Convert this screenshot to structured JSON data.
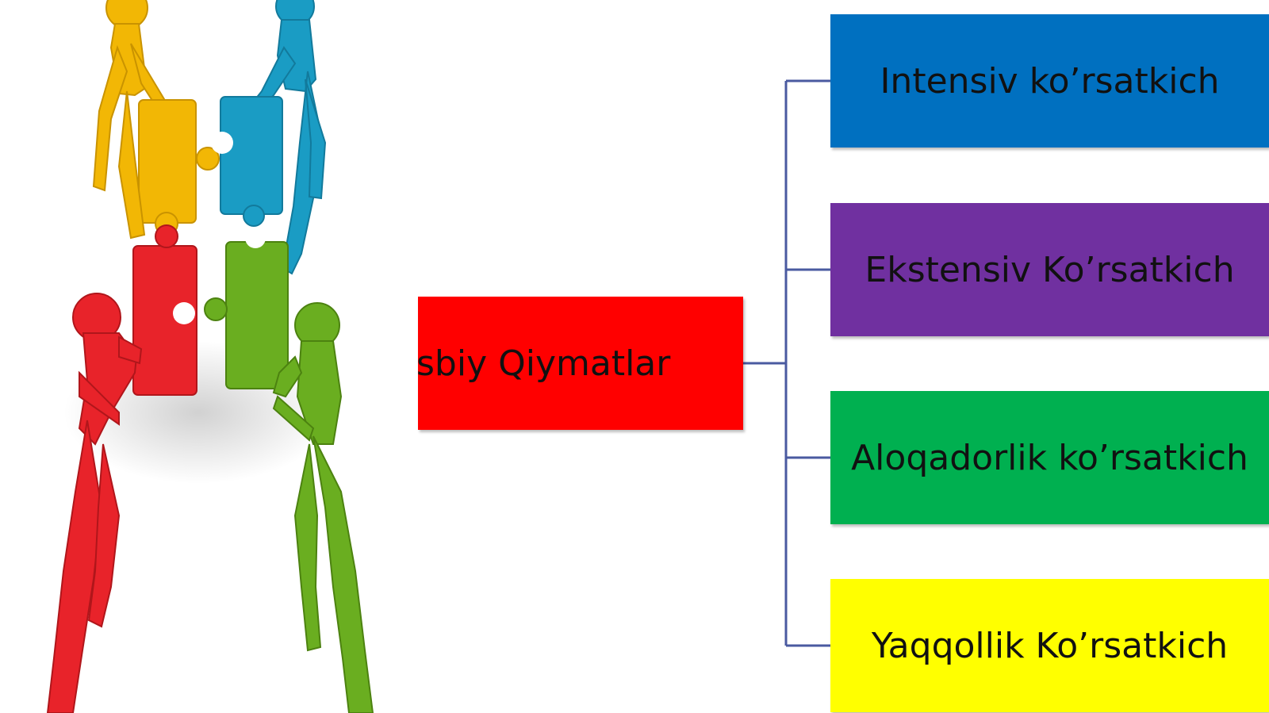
{
  "diagram": {
    "root": {
      "label": "sbiy Qiymatlar",
      "color": "#ff0000"
    },
    "children": [
      {
        "label": "Intensiv ko’rsatkich",
        "color": "#0070c0"
      },
      {
        "label": "Ekstensiv Ko’rsatkich",
        "color": "#7030a0"
      },
      {
        "label": "Aloqadorlik ko’rsatkich",
        "color": "#00b050"
      },
      {
        "label": "Yaqqollik Ko’rsatkich",
        "color": "#ffff00"
      }
    ],
    "connector_color": "#4a5aa0"
  },
  "illustration": {
    "figures": [
      "yellow",
      "blue",
      "red",
      "green"
    ],
    "colors": {
      "yellow": "#f2b705",
      "blue": "#1a9cc4",
      "red": "#e8232a",
      "green": "#6aae20"
    }
  }
}
